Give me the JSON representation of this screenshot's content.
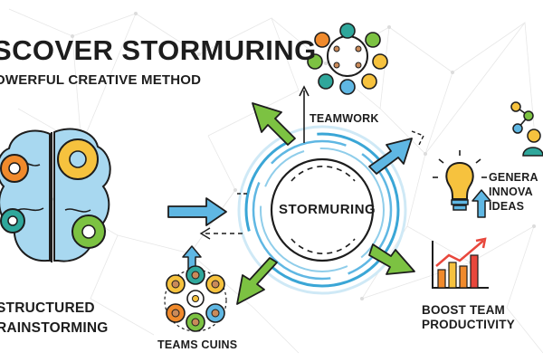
{
  "title": "SCOVER STORMURING",
  "subtitle": "OWERFUL CREATIVE METHOD",
  "center_label": "STORMURING",
  "labels": {
    "teamwork": "TEAMWORK",
    "general": [
      "GENERA",
      "INNOVA",
      "IDEAS"
    ],
    "boost": [
      "BOOST TEAM",
      "PRODUCTIVITY"
    ],
    "structured": [
      "STRUCTURED",
      "RAINSTORMING"
    ],
    "teams": "TEAMS CUINS"
  },
  "colors": {
    "arrow_green": "#7cc242",
    "arrow_blue": "#5fb7e3",
    "ring_blue": "#3aa6d6",
    "gear_orange": "#f08a2c",
    "gear_yellow": "#f6c23e",
    "gear_teal": "#2fa79b",
    "brain_blue": "#a8d8f0",
    "chart_red": "#e8473c",
    "outline": "#1d1d1d"
  },
  "icons": [
    "brain-gears-icon",
    "team-table-icon",
    "network-person-icon",
    "lightbulb-icon",
    "growth-chart-icon",
    "team-circle-icon"
  ]
}
